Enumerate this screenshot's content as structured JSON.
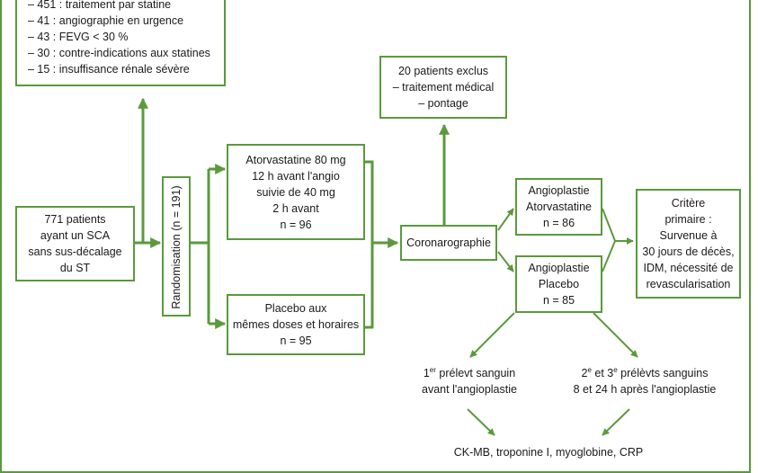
{
  "exclusions": {
    "lines": [
      "– 451 : traitement par statine",
      "– 41 : angiographie en urgence",
      "– 43 : FEVG < 30 %",
      "– 30 : contre-indications aux statines",
      "– 15 : insuffisance rénale sévère"
    ]
  },
  "patients": {
    "lines": [
      "771 patients",
      "ayant un SCA",
      "sans sus-décalage",
      "du ST"
    ]
  },
  "randomisation": {
    "label": "Randomisation (n = 191)"
  },
  "atorvastatine_arm": {
    "lines": [
      "Atorvastatine 80 mg",
      "12 h avant l'angio",
      "suivie de 40 mg",
      "2 h avant",
      "n = 96"
    ]
  },
  "placebo_arm": {
    "lines": [
      "Placebo aux",
      "mêmes doses et horaires",
      "n = 95"
    ]
  },
  "excluded": {
    "lines": [
      "20 patients exclus",
      "– traitement médical",
      "– pontage"
    ]
  },
  "coronarographie": {
    "label": "Coronarographie"
  },
  "angio_atorva": {
    "lines": [
      "Angioplastie",
      "Atorvastatine",
      "n = 86"
    ]
  },
  "angio_placebo": {
    "lines": [
      "Angioplastie",
      "Placebo",
      "n = 85"
    ]
  },
  "primary_endpoint": {
    "lines": [
      "Critère",
      "primaire :",
      "Survenue à",
      "30 jours de décès,",
      "IDM, nécessité de",
      "revascularisation"
    ]
  },
  "sample1": {
    "line1_pre": "1",
    "line1_sup": "er",
    "line1_post": " prélevt sanguin",
    "line2": "avant l'angioplastie"
  },
  "sample2": {
    "line1_a": "2",
    "line1_a_sup": "e",
    "line1_b": " et 3",
    "line1_b_sup": "e",
    "line1_c": " prélèvts sanguins",
    "line2": "8 et 24 h après l'angioplastie"
  },
  "markers": {
    "label": "CK-MB, troponine I, myoglobine, CRP"
  },
  "colors": {
    "accent": "#5a9a3c",
    "text": "#1a1a1a"
  }
}
